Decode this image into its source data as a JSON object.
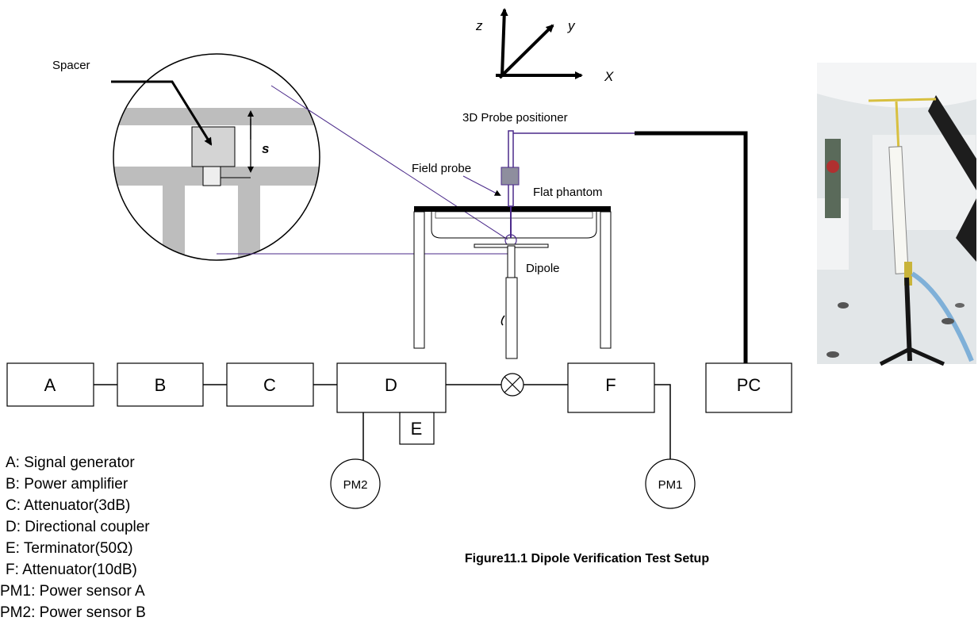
{
  "axes": {
    "z": "z",
    "y": "y",
    "x": "X"
  },
  "labels": {
    "spacer": "Spacer",
    "s": "s",
    "positioner": "3D Probe positioner",
    "field_probe": "Field probe",
    "flat_phantom": "Flat phantom",
    "dipole": "Dipole"
  },
  "boxes": {
    "a": "A",
    "b": "B",
    "c": "C",
    "d": "D",
    "e": "E",
    "f": "F",
    "pc": "PC",
    "pm1": "PM1",
    "pm2": "PM2"
  },
  "legend": [
    "A: Signal generator",
    "B: Power amplifier",
    "C: Attenuator(3dB)",
    "D: Directional coupler",
    "E: Terminator(50Ω)",
    "F: Attenuator(10dB)",
    "PM1: Power sensor A",
    "PM2: Power sensor B"
  ],
  "caption": "Figure11.1 Dipole Verification Test Setup",
  "colors": {
    "line": "#000000",
    "probe": "#4b2a8a",
    "gray": "#bdbdbd",
    "photo_bg": "#dfe3e6"
  }
}
